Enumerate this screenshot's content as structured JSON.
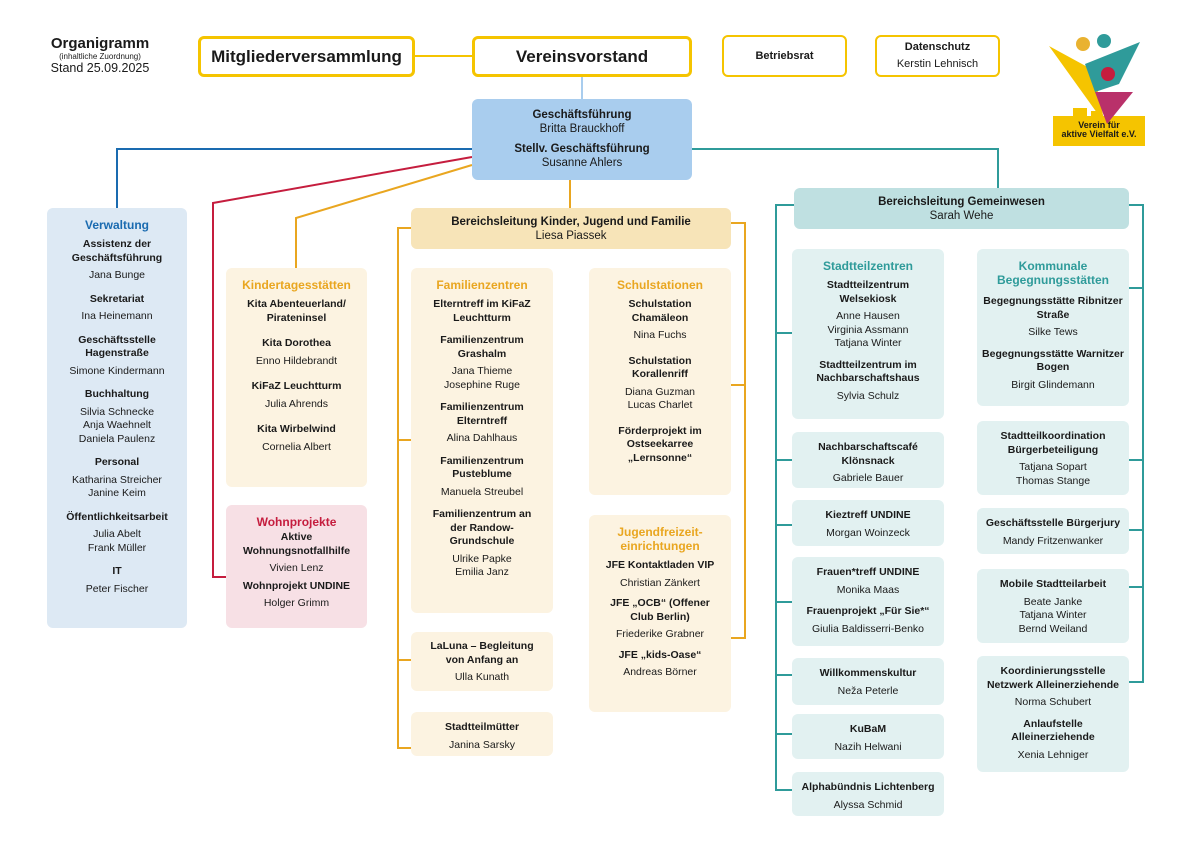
{
  "header": {
    "title": "Organigramm",
    "subtitle": "(inhaltliche Zuordnung)",
    "date": "Stand 25.09.2025"
  },
  "top": {
    "mitgliederversammlung": "Mitgliederversammlung",
    "vereinsvorstand": "Vereinsvorstand",
    "betriebsrat": "Betriebsrat",
    "datenschutz": {
      "title": "Datenschutz",
      "person": "Kerstin Lehnisch"
    }
  },
  "logo": {
    "line1": "Verein für",
    "line2": "aktive Vielfalt e.V."
  },
  "geschaeftsfuehrung": {
    "title": "Geschäftsführung",
    "person": "Britta Brauckhoff",
    "deputy_title": "Stellv. Geschäftsführung",
    "deputy_person": "Susanne Ahlers"
  },
  "colors": {
    "yellow": "#f5c400",
    "blue": "#1a6bb0",
    "red": "#c51d3e",
    "orange": "#e9a620",
    "teal": "#2f9b9a"
  },
  "verwaltung": {
    "title": "Verwaltung",
    "units": [
      {
        "name": "Assistenz der Geschäftsführung",
        "people": [
          "Jana Bunge"
        ]
      },
      {
        "name": "Sekretariat",
        "people": [
          "Ina Heinemann"
        ]
      },
      {
        "name": "Geschäftsstelle Hagenstraße",
        "people": [
          "Simone Kindermann"
        ]
      },
      {
        "name": "Buchhaltung",
        "people": [
          "Silvia Schnecke",
          "Anja Waehnelt",
          "Daniela Paulenz"
        ]
      },
      {
        "name": "Personal",
        "people": [
          "Katharina Streicher",
          "Janine Keim"
        ]
      },
      {
        "name": "Öffentlichkeitsarbeit",
        "people": [
          "Julia Abelt",
          "Frank Müller"
        ]
      },
      {
        "name": "IT",
        "people": [
          "Peter Fischer"
        ]
      }
    ]
  },
  "kitas": {
    "title": "Kindertagesstätten",
    "units": [
      {
        "name": "Kita Abenteuerland/ Pirateninsel",
        "people": []
      },
      {
        "name": "Kita Dorothea",
        "people": [
          "Enno Hildebrandt"
        ]
      },
      {
        "name": "KiFaZ Leuchtturm",
        "people": [
          "Julia Ahrends"
        ]
      },
      {
        "name": "Kita Wirbelwind",
        "people": [
          "Cornelia Albert"
        ]
      }
    ]
  },
  "wohnprojekte": {
    "title": "Wohnprojekte",
    "units": [
      {
        "name": "Aktive Wohnungsnotfallhilfe",
        "people": [
          "Vivien Lenz"
        ]
      },
      {
        "name": "Wohnprojekt UNDINE",
        "people": [
          "Holger Grimm"
        ]
      }
    ]
  },
  "kjf": {
    "title": "Bereichsleitung Kinder, Jugend und Familie",
    "person": "Liesa Piassek",
    "familienzentren": {
      "title": "Familienzentren",
      "units": [
        {
          "name": "Elterntreff im KiFaZ Leuchtturm",
          "people": []
        },
        {
          "name": "Familienzentrum Grashalm",
          "people": [
            "Jana Thieme",
            "Josephine Ruge"
          ]
        },
        {
          "name": "Familienzentrum Elterntreff",
          "people": [
            "Alina Dahlhaus"
          ]
        },
        {
          "name": "Familienzentrum Pusteblume",
          "people": [
            "Manuela Streubel"
          ]
        },
        {
          "name": "Familienzentrum an der Randow-Grundschule",
          "people": [
            "Ulrike Papke",
            "Emilia Janz"
          ]
        }
      ]
    },
    "laluna": {
      "name": "LaLuna – Begleitung von Anfang an",
      "people": [
        "Ulla Kunath"
      ]
    },
    "stadtteilmuetter": {
      "name": "Stadtteilmütter",
      "people": [
        "Janina Sarsky"
      ]
    },
    "schulstationen": {
      "title": "Schulstationen",
      "units": [
        {
          "name": "Schulstation Chamäleon",
          "people": [
            "Nina Fuchs"
          ]
        },
        {
          "name": "Schulstation Korallenriff",
          "people": [
            "Diana Guzman",
            "Lucas Charlet"
          ]
        },
        {
          "name": "Förderprojekt im Ostseekarree „Lernsonne“",
          "people": []
        }
      ]
    },
    "jfe": {
      "title": "Jugendfreizeit-einrichtungen",
      "units": [
        {
          "name": "JFE Kontaktladen VIP",
          "people": [
            "Christian Zänkert"
          ]
        },
        {
          "name": "JFE „OCB“ (Offener Club Berlin)",
          "people": [
            "Friederike Grabner"
          ]
        },
        {
          "name": "JFE „kids-Oase“",
          "people": [
            "Andreas Börner"
          ]
        }
      ]
    }
  },
  "gemeinwesen": {
    "title": "Bereichsleitung Gemeinwesen",
    "person": "Sarah Wehe",
    "left": [
      {
        "title": "Stadtteilzentren",
        "units": [
          {
            "name": "Stadtteilzentrum Welsekiosk",
            "people": [
              "Anne Hausen",
              "Virginia Assmann",
              "Tatjana Winter"
            ]
          },
          {
            "name": "Stadtteilzentrum im Nachbarschaftshaus",
            "people": [
              "Sylvia Schulz"
            ]
          }
        ]
      },
      {
        "units": [
          {
            "name": "Nachbarschaftscafé Klönsnack",
            "people": [
              "Gabriele Bauer"
            ]
          }
        ]
      },
      {
        "units": [
          {
            "name": "Kieztreff UNDINE",
            "people": [
              "Morgan Woinzeck"
            ]
          }
        ]
      },
      {
        "units": [
          {
            "name": "Frauen*treff UNDINE",
            "people": [
              "Monika Maas"
            ]
          },
          {
            "name": "Frauenprojekt „Für Sie*“",
            "people": [
              "Giulia Baldisserri-Benko"
            ]
          }
        ]
      },
      {
        "units": [
          {
            "name": "Willkommenskultur",
            "people": [
              "Neža Peterle"
            ]
          }
        ]
      },
      {
        "units": [
          {
            "name": "KuBaM",
            "people": [
              "Nazih Helwani"
            ]
          }
        ]
      },
      {
        "units": [
          {
            "name": "Alphabündnis Lichtenberg",
            "people": [
              "Alyssa Schmid"
            ]
          }
        ]
      }
    ],
    "right": [
      {
        "title": "Kommunale Begegnungsstätten",
        "units": [
          {
            "name": "Begegnungsstätte Ribnitzer Straße",
            "people": [
              "Silke Tews"
            ]
          },
          {
            "name": "Begegnungsstätte Warnitzer Bogen",
            "people": [
              "Birgit Glindemann"
            ]
          }
        ]
      },
      {
        "units": [
          {
            "name": "Stadtteilkoordination Bürgerbeteiligung",
            "people": [
              "Tatjana Sopart",
              "Thomas Stange"
            ]
          }
        ]
      },
      {
        "units": [
          {
            "name": "Geschäftsstelle Bürgerjury",
            "people": [
              "Mandy Fritzenwanker"
            ]
          }
        ]
      },
      {
        "units": [
          {
            "name": "Mobile Stadtteilarbeit",
            "people": [
              "Beate Janke",
              "Tatjana Winter",
              "Bernd Weiland"
            ]
          }
        ]
      },
      {
        "units": [
          {
            "name": "Koordinierungsstelle Netzwerk Alleinerziehende",
            "people": [
              "Norma Schubert"
            ]
          },
          {
            "name": "Anlaufstelle Alleinerziehende",
            "people": [
              "Xenia Lehniger"
            ]
          }
        ]
      }
    ]
  }
}
